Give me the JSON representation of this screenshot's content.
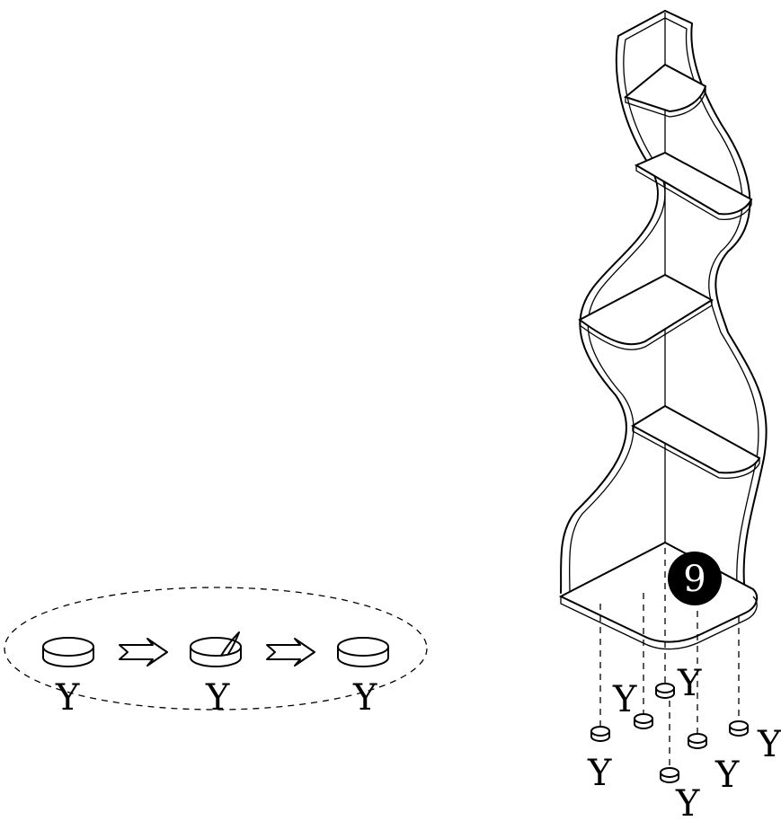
{
  "step": {
    "number": "9"
  },
  "part_label": "Y",
  "step_sequence": {
    "labels": [
      "Y",
      "Y",
      "Y"
    ]
  },
  "shelf_feet": {
    "labels": [
      "Y",
      "Y",
      "Y",
      "Y",
      "Y",
      "Y"
    ]
  }
}
